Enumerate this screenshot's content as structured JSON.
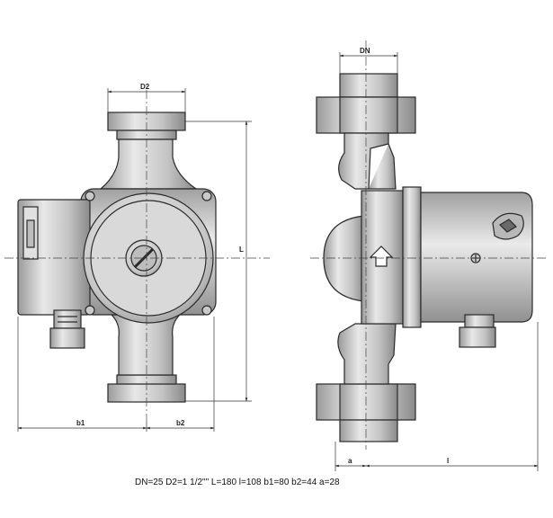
{
  "labels": {
    "dn": "DN",
    "d2": "D2",
    "L": "L",
    "b1": "b1",
    "b2": "b2",
    "a": "a",
    "l": "l"
  },
  "spec": "DN=25 D2=1 1/2\"\" L=180 l=108 b1=80 b2=44 a=28"
}
